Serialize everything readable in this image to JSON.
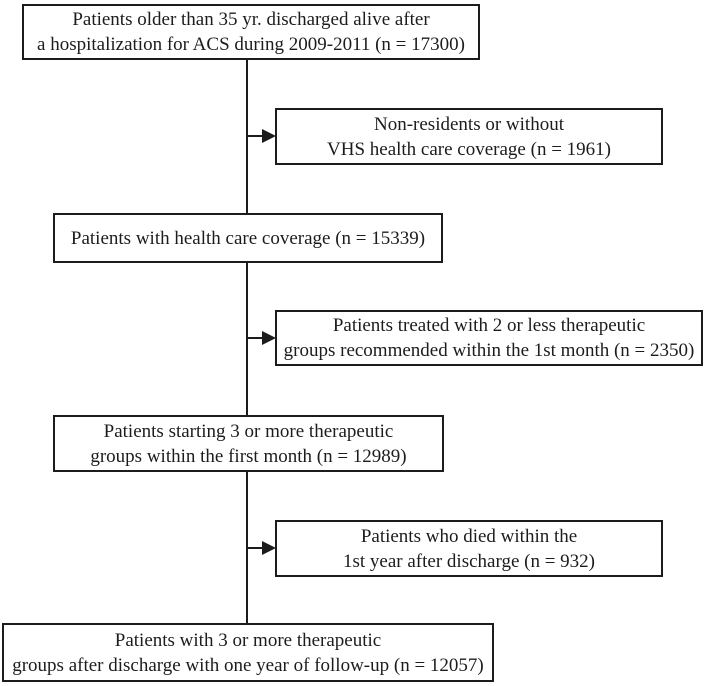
{
  "diagram": {
    "type": "flowchart",
    "background_color": "#ffffff",
    "line_color": "#1c1c1c",
    "nodes": [
      {
        "id": "eligible",
        "lines": [
          "Patients older than 35 yr. discharged alive after",
          "a hospitalization for ACS during 2009-2011 (n = 17300)"
        ],
        "n": 17300
      },
      {
        "id": "excluded-non-residents",
        "lines": [
          "Non-residents or without",
          "VHS health care coverage (n = 1961)"
        ],
        "n": 1961
      },
      {
        "id": "health-care-coverage",
        "lines": [
          "Patients with health care coverage (n = 15339)"
        ],
        "n": 15339
      },
      {
        "id": "excluded-2-or-less-groups",
        "lines": [
          "Patients treated with 2 or less therapeutic",
          "groups recommended within the 1st month (n = 2350)"
        ],
        "n": 2350
      },
      {
        "id": "starting-3-or-more-groups",
        "lines": [
          "Patients starting 3 or more therapeutic",
          "groups within the first month (n = 12989)"
        ],
        "n": 12989
      },
      {
        "id": "excluded-died-first-year",
        "lines": [
          "Patients who died within the",
          "1st year after discharge (n = 932)"
        ],
        "n": 932
      },
      {
        "id": "final-cohort",
        "lines": [
          "Patients with 3 or more therapeutic",
          "groups after discharge with one year of follow-up (n = 12057)"
        ],
        "n": 12057
      }
    ],
    "edges": [
      {
        "from": "eligible",
        "to": "health-care-coverage",
        "style": "line"
      },
      {
        "from": "eligible",
        "to": "excluded-non-residents",
        "style": "arrow"
      },
      {
        "from": "health-care-coverage",
        "to": "starting-3-or-more-groups",
        "style": "line"
      },
      {
        "from": "health-care-coverage",
        "to": "excluded-2-or-less-groups",
        "style": "arrow"
      },
      {
        "from": "starting-3-or-more-groups",
        "to": "final-cohort",
        "style": "line"
      },
      {
        "from": "starting-3-or-more-groups",
        "to": "excluded-died-first-year",
        "style": "arrow"
      }
    ]
  }
}
